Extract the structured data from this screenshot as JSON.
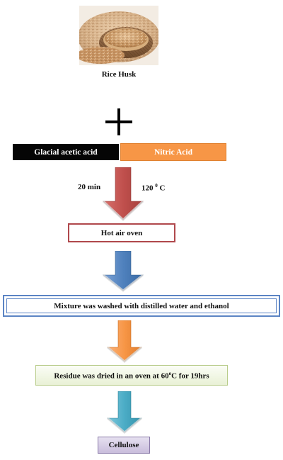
{
  "rice": {
    "label": "Rice Husk"
  },
  "acids": {
    "left": "Glacial acetic acid",
    "right": "Nitric Acid"
  },
  "conditions": {
    "time": "20 min",
    "temp_value": "120",
    "temp_sup": "0",
    "temp_unit": "C"
  },
  "steps": {
    "oven": "Hot air oven",
    "wash": "Mixture was washed with distilled water  and ethanol",
    "dry_prefix": "Residue was dried in an oven at 60",
    "dry_sup": "o",
    "dry_suffix": "C for 19hrs",
    "product": "Cellulose"
  },
  "colors": {
    "acetic_bg": "#050505",
    "nitric_bg": "#f79646",
    "arrow_red": "#c0504d",
    "arrow_blue": "#4f81bd",
    "arrow_orange": "#f79646",
    "arrow_teal": "#4bacc6",
    "dry_box": "#e9f1d6",
    "cellulose_box": "#c9bddc"
  },
  "icons": [
    "rice-husk-photo",
    "plus-icon",
    "down-arrow"
  ]
}
